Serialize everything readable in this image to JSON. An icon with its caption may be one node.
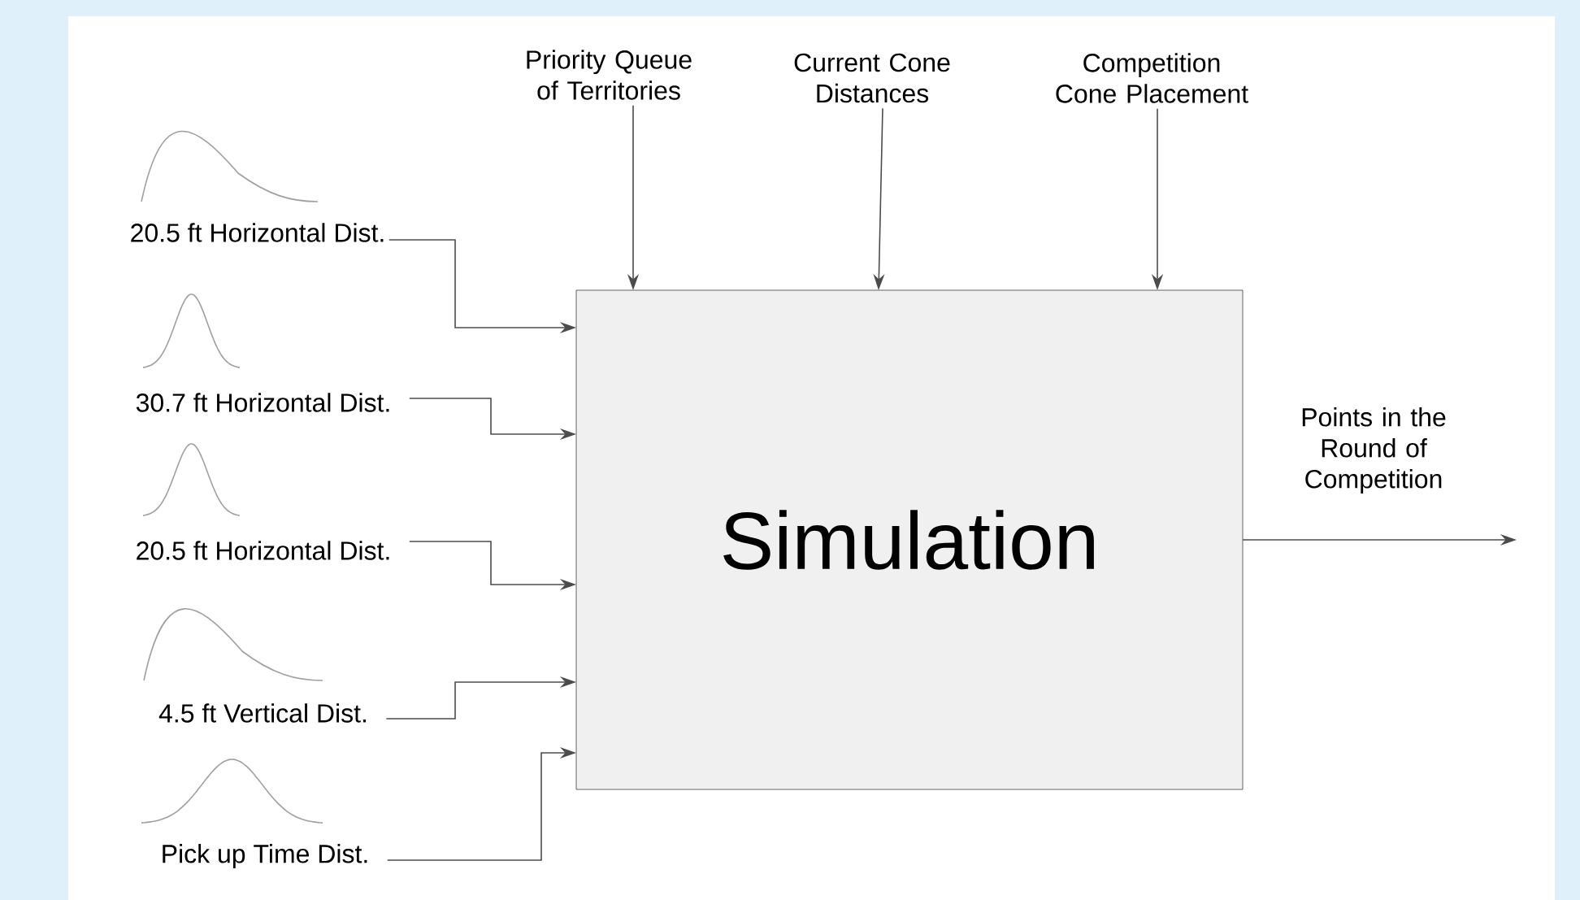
{
  "diagram": {
    "nodes": [
      {
        "text": [
          "Simulation"
        ]
      },
      {
        "text": [
          "Priority Queue of Territories"
        ]
      },
      {
        "text": [
          "Current Cone Distances"
        ]
      },
      {
        "text": [
          "Competition Cone Placement"
        ]
      },
      {
        "text": [
          "20.5 ft Horizontal Dist."
        ]
      },
      {
        "text": [
          "30.7  ft Horizontal Dist."
        ]
      },
      {
        "text": [
          "20.5 ft Horizontal Dist."
        ]
      },
      {
        "text": [
          "4.5 ft Vertical Dist."
        ]
      },
      {
        "text": [
          "Pick up Time Dist."
        ]
      }
    ],
    "edges": [
      {
        "from": 1,
        "to": 0,
        "arrow": "to"
      },
      {
        "from": 2,
        "to": 0,
        "arrow": "to"
      },
      {
        "from": 3,
        "to": 0,
        "arrow": "to"
      },
      {
        "from": 4,
        "to": 0,
        "arrow": "to"
      },
      {
        "from": 5,
        "to": 0,
        "arrow": "to"
      },
      {
        "from": 6,
        "to": 0,
        "arrow": "to"
      },
      {
        "from": 7,
        "to": 0,
        "arrow": "to"
      },
      {
        "from": 8,
        "to": 0,
        "arrow": "to"
      },
      {
        "from": 0,
        "to": null,
        "arrow": "to",
        "label": "Points in the Round of Competition"
      }
    ]
  }
}
